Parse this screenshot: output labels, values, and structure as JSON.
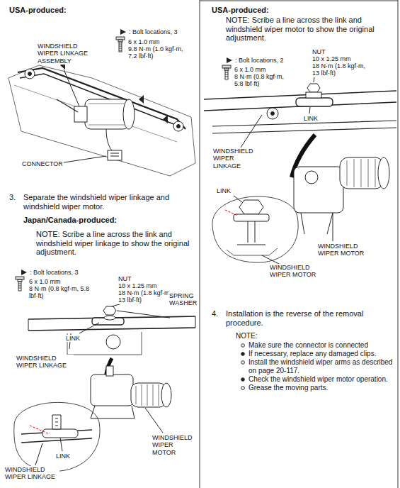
{
  "diagram": {
    "labels": [
      "USA-produced:",
      ": Bolt locations, 3",
      "6 x 1.0 mm",
      "9.8 N·m (1.0 kgf·m, 7.2 lbf·ft)",
      "WINDSHIELD WIPER LINKAGE ASSEMBLY",
      "CONNECTOR",
      "3.",
      "Separate the windshield wiper linkage and windshield wiper motor.",
      "Japan/Canada-produced:",
      "NOTE: Scribe a line across the link and windshield wiper linkage to show the original adjustment.",
      ": Bolt locations, 3",
      "6 x 1.0 mm",
      "8 N·m (0.8 kgf·m, 5.8 lbf·ft)",
      "NUT",
      "10 x 1.25 mm",
      "18 N·m (1.8 kgf·m, 13 lbf·ft)",
      "SPRING WASHER",
      "LINK",
      "WINDSHIELD WIPER LINKAGE",
      "WINDSHIELD WIPER MOTOR",
      "LINK",
      "WINDSHIELD WIPER LINKAGE",
      "USA-produced:",
      "NOTE: Scribe a line across the link and windshield wiper motor to show the original adjustment.",
      ": Bolt locations, 2",
      "6 x 1.0 mm",
      "8 N·m (0.8 kgf·m, 5.8 lbf·ft)",
      "NUT",
      "10 x 1.25 mm",
      "18 N·m (1.8 kgf·m, 13 lbf·ft)",
      "LINK",
      "WINDSHIELD WIPER LINKAGE",
      "LINK",
      "WINDSHIELD WIPER MOTOR",
      "WINDSHIELD WIPER MOTOR",
      "4.",
      "Installation is the reverse of the removal procedure.",
      "NOTE:",
      "Make sure the connector is connected properly.",
      "If necessary, replace any damaged clips.",
      "Install the windshield wiper arms as described on page 20-117.",
      "Check the windshield wiper motor operation.",
      "Grease the moving parts."
    ]
  }
}
